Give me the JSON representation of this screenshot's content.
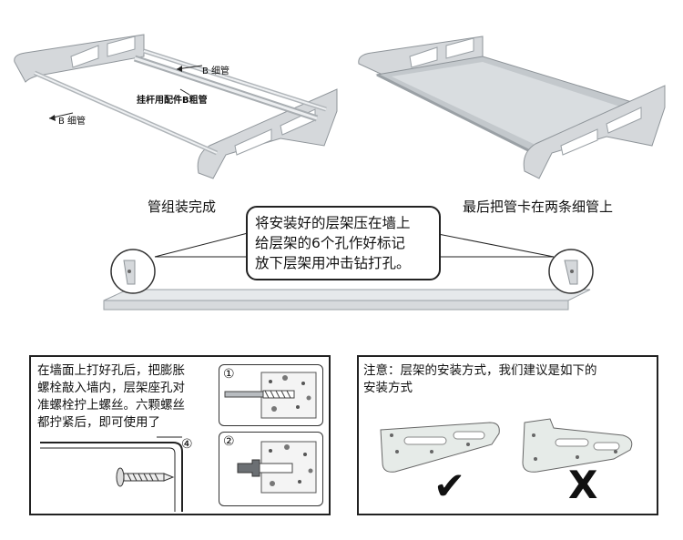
{
  "top": {
    "left_labels": {
      "thin_tube_top": "B 细管",
      "thick_tube": "挂杆用配件B粗管",
      "thin_tube_left": "B 细管"
    },
    "caption_left": "管组装完成",
    "caption_right": "最后把管卡在两条细管上"
  },
  "callout": {
    "line1": "将安装好的层架压在墙上",
    "line2": "给层架的6个孔作好标记",
    "line3": "放下层架用冲击钻打孔。"
  },
  "panel_left": {
    "line1": "在墙面上打好孔后，把膨胀",
    "line2": "螺栓敲入墙内，层架座孔对",
    "line3": "准螺栓拧上螺丝。六颗螺丝",
    "line4": "都拧紧后，即可使用了",
    "step1": "①",
    "step2": "②",
    "step4": "④"
  },
  "panel_right": {
    "line1": "注意：层架的安装方式，我们建议是如下的",
    "line2": "安装方式",
    "correct_mark": "✔",
    "wrong_mark": "X"
  },
  "colors": {
    "border": "#222222",
    "metal": "#cfd3d6",
    "metal_dark": "#9aa0a5",
    "plate": "#e6ebe8"
  }
}
